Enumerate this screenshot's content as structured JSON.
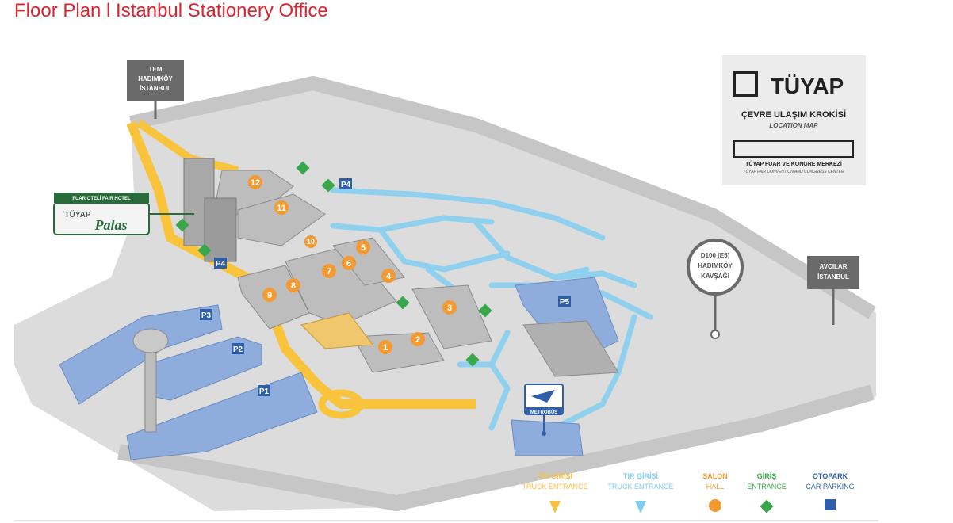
{
  "page": {
    "title": "Floor Plan l Istanbul Stationery Office",
    "title_color": "#d9262e"
  },
  "signs": {
    "tem": [
      "TEM",
      "HADIMKÖY",
      "İSTANBUL"
    ],
    "avcilar": [
      "AVCILAR",
      "İSTANBUL"
    ],
    "d100": [
      "D100 (E5)",
      "HADIMKÖY",
      "KAVŞAĞI"
    ],
    "hotel_header": "FUAR OTELİ FAIR HOTEL",
    "hotel_brand": "TÜYAP",
    "hotel_name": "Palas",
    "metrobus": "METROBÜS"
  },
  "logo": {
    "brand": "TÜYAP",
    "title": "ÇEVRE ULAŞIM KROKİSİ",
    "subtitle": "LOCATION MAP",
    "center_tr": "TÜYAP FUAR VE KONGRE MERKEZİ",
    "center_en": "TÜYAP FAIR CONVENTION AND CONGRESS CENTER"
  },
  "halls": [
    "1",
    "2",
    "3",
    "4",
    "5",
    "6",
    "7",
    "8",
    "9",
    "10",
    "11",
    "12"
  ],
  "parking": [
    "P1",
    "P2",
    "P3",
    "P4",
    "P4",
    "P5"
  ],
  "legend": [
    {
      "top": "TIR GİRİŞİ",
      "bottom": "TRUCK ENTRANCE",
      "color": "#f7c242",
      "shape": "diamond-drop"
    },
    {
      "top": "TIR GİRİŞİ",
      "bottom": "TRUCK ENTRANCE",
      "color": "#7fcdee",
      "shape": "diamond-drop"
    },
    {
      "top": "SALON",
      "bottom": "HALL",
      "color": "#f39a33",
      "shape": "pin"
    },
    {
      "top": "GİRİŞ",
      "bottom": "ENTRANCE",
      "color": "#3aa84a",
      "shape": "diamond"
    },
    {
      "top": "OTOPARK",
      "bottom": "CAR PARKING",
      "color": "#2f5fa8",
      "shape": "flag"
    }
  ],
  "colors": {
    "ground": "#dcdcdc",
    "road_yellow": "#f9c33c",
    "water": "#8fd0ef",
    "parking": "#8eaddc",
    "building": "#bdbdbd",
    "hall_pin": "#f39a33",
    "entrance": "#3aa84a",
    "sign_bg": "#6a6a6a"
  }
}
